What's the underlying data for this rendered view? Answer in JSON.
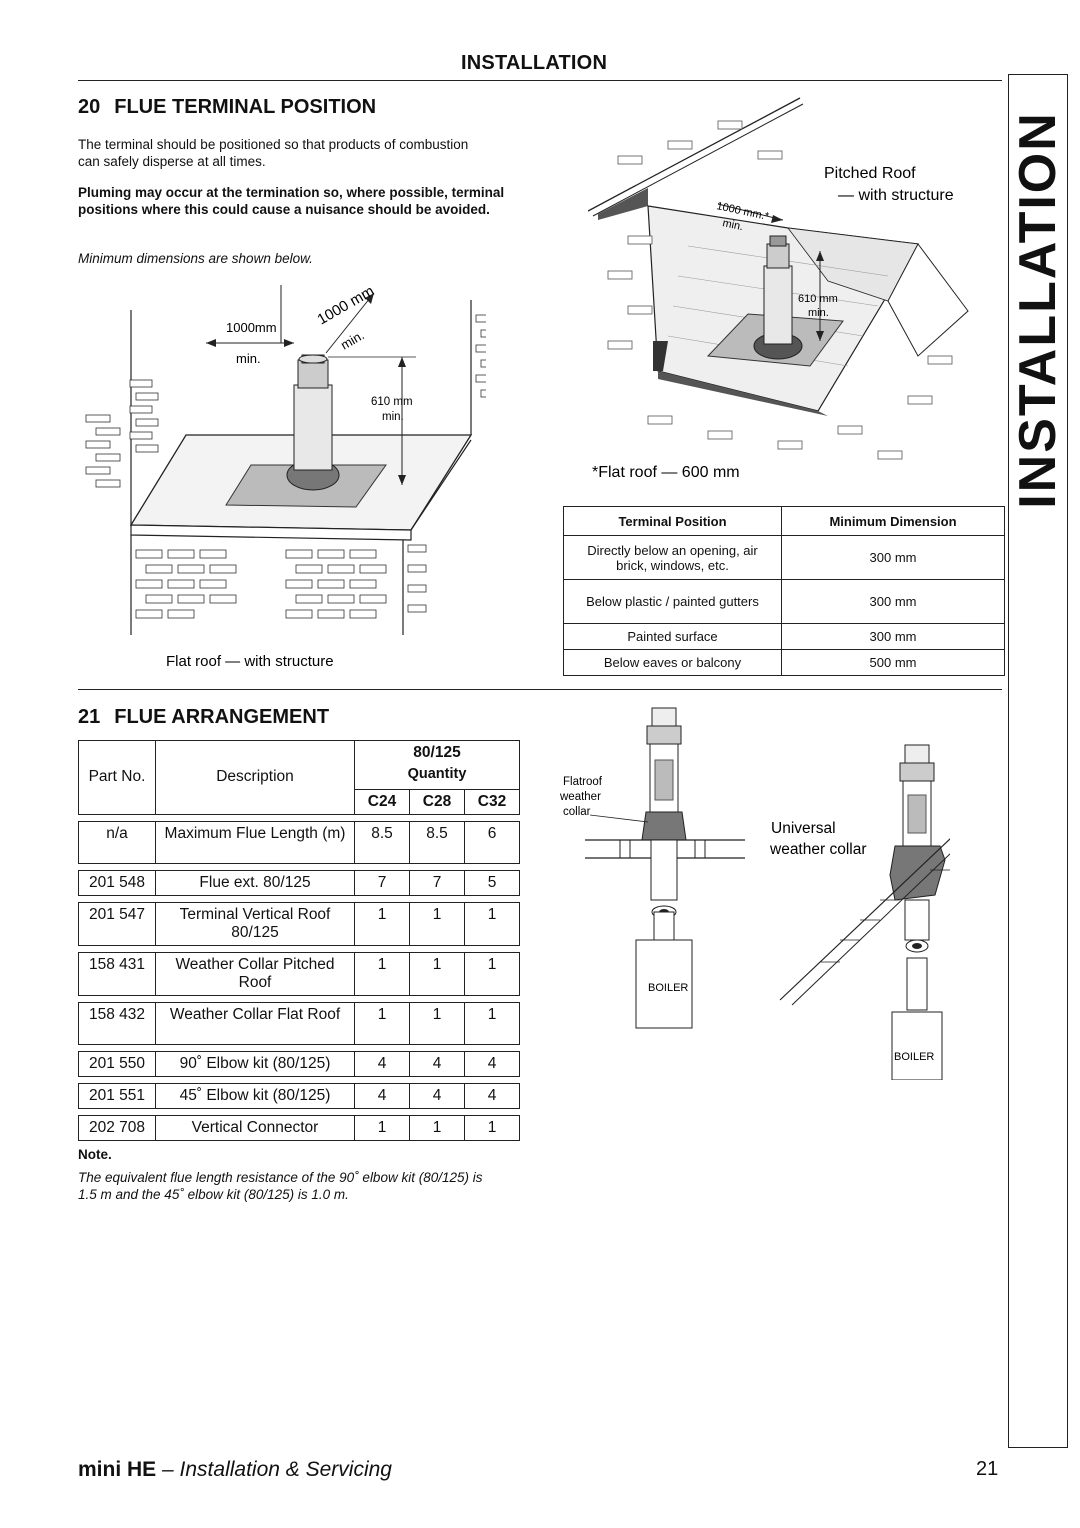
{
  "header": {
    "section": "INSTALLATION"
  },
  "side_tab": {
    "label": "INSTALLATION"
  },
  "section20": {
    "number": "20",
    "title": "FLUE TERMINAL POSITION",
    "intro": "The terminal should be positioned so that products of combustion can safely disperse at all times.",
    "warning": "Pluming may occur at the termination so, where possible, terminal positions where this could cause a nuisance should be avoided.",
    "note": "Minimum dimensions are shown below."
  },
  "flat_roof_diagram": {
    "dim_1000_left": "1000mm",
    "dim_min_left": "min.",
    "dim_1000_diag": "1000 mm",
    "dim_min_diag": "min.",
    "dim_610": "610 mm",
    "dim_610_min": "min.",
    "caption": "Flat roof  — with structure"
  },
  "pitched_roof_diagram": {
    "label_line1": "Pitched Roof",
    "label_line2": "— with structure",
    "dim_1000": "1000 mm.*",
    "dim_1000_min": "min.",
    "dim_610": "610 mm",
    "dim_610_min": "min.",
    "caption": "*Flat roof  — 600 mm"
  },
  "terminal_table": {
    "headers": [
      "Terminal Position",
      "Minimum Dimension"
    ],
    "rows": [
      [
        "Directly below an opening, air brick, windows, etc.",
        "300 mm"
      ],
      [
        "Below plastic / painted gutters",
        "300 mm"
      ],
      [
        "Painted surface",
        "300 mm"
      ],
      [
        "Below eaves or balcony",
        "500 mm"
      ]
    ]
  },
  "section21": {
    "number": "21",
    "title": "FLUE ARRANGEMENT"
  },
  "flue_table": {
    "head_part": "Part No.",
    "head_desc": "Description",
    "head_size": "80/125",
    "head_qty": "Quantity",
    "models": [
      "C24",
      "C28",
      "C32"
    ],
    "rows": [
      [
        "n/a",
        "Maximum Flue Length (m)",
        "8.5",
        "8.5",
        "6"
      ],
      [
        "201 548",
        "Flue ext. 80/125",
        "7",
        "7",
        "5"
      ],
      [
        "201 547",
        "Terminal Vertical Roof 80/125",
        "1",
        "1",
        "1"
      ],
      [
        "158 431",
        "Weather Collar Pitched Roof",
        "1",
        "1",
        "1"
      ],
      [
        "158 432",
        "Weather Collar Flat Roof",
        "1",
        "1",
        "1"
      ],
      [
        "201 550",
        "90˚ Elbow kit (80/125)",
        "4",
        "4",
        "4"
      ],
      [
        "201 551",
        "45˚ Elbow kit (80/125)",
        "4",
        "4",
        "4"
      ],
      [
        "202 708",
        "Vertical Connector",
        "1",
        "1",
        "1"
      ]
    ]
  },
  "flue_note": {
    "heading": "Note.",
    "text": "The equivalent flue length resistance of the 90˚ elbow kit (80/125) is 1.5 m and the 45˚ elbow kit (80/125) is 1.0 m."
  },
  "arrangement_diagram": {
    "flat_label_1": "Flatroof",
    "flat_label_2": "weather",
    "flat_label_3": "collar",
    "boiler_1": "BOILER",
    "universal_1": "Universal",
    "universal_2": "weather collar",
    "boiler_2": "BOILER"
  },
  "footer": {
    "brand": "mini HE",
    "subtitle": "– Installation & Servicing",
    "page": "21"
  }
}
